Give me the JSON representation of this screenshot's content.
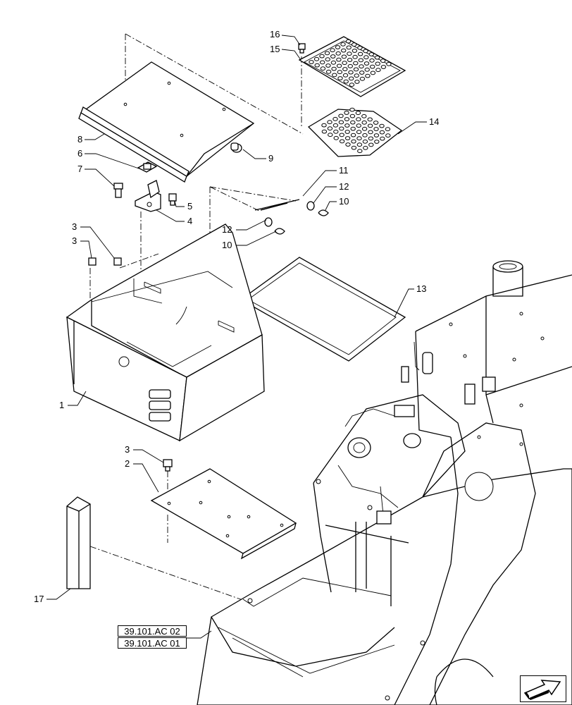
{
  "references": [
    "39.101.AC 02",
    "39.101.AC 01"
  ],
  "callouts": [
    {
      "id": "c16",
      "text": "16"
    },
    {
      "id": "c15",
      "text": "15"
    },
    {
      "id": "c14",
      "text": "14"
    },
    {
      "id": "c8",
      "text": "8"
    },
    {
      "id": "c9",
      "text": "9"
    },
    {
      "id": "c6",
      "text": "6"
    },
    {
      "id": "c7",
      "text": "7"
    },
    {
      "id": "c11",
      "text": "11"
    },
    {
      "id": "c12a",
      "text": "12"
    },
    {
      "id": "c10a",
      "text": "10"
    },
    {
      "id": "c5",
      "text": "5"
    },
    {
      "id": "c4",
      "text": "4"
    },
    {
      "id": "c12b",
      "text": "12"
    },
    {
      "id": "c10b",
      "text": "10"
    },
    {
      "id": "c3a",
      "text": "3"
    },
    {
      "id": "c3b",
      "text": "3"
    },
    {
      "id": "c13",
      "text": "13"
    },
    {
      "id": "c1",
      "text": "1"
    },
    {
      "id": "c3c",
      "text": "3"
    },
    {
      "id": "c2",
      "text": "2"
    },
    {
      "id": "c17",
      "text": "17"
    }
  ],
  "icons": {
    "navigation": "next-page-arrow-icon"
  }
}
